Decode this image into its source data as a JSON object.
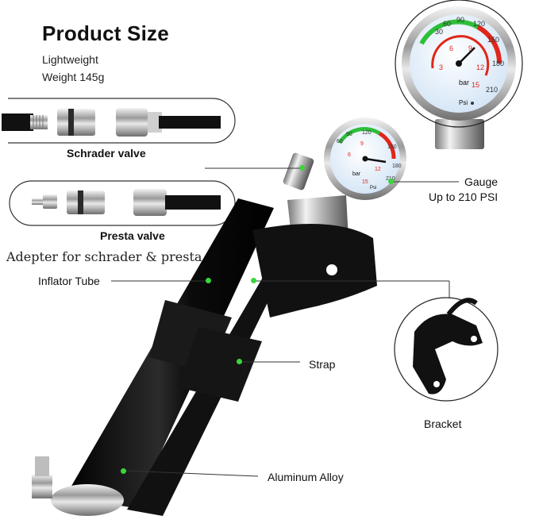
{
  "header": {
    "title": "Product Size",
    "line1": "Lightweight",
    "line2": "Weight 145g"
  },
  "valves": {
    "schrader_label": "Schrader valve",
    "presta_label": "Presta valve",
    "adapter_note": "Adepter for schrader & presta"
  },
  "callouts": {
    "gauge_line1": "Gauge",
    "gauge_line2": "Up to 210 PSI",
    "inflator_tube": "Inflator Tube",
    "strap": "Strap",
    "bracket": "Bracket",
    "aluminum_alloy": "Aluminum Alloy"
  },
  "gauge_large": {
    "psi_ticks": [
      "30",
      "60",
      "90",
      "120",
      "150",
      "180",
      "210"
    ],
    "bar_ticks": [
      "3",
      "6",
      "9",
      "12",
      "15"
    ],
    "bar_unit": "bar",
    "psi_unit": "Psi"
  },
  "gauge_small": {
    "psi_ticks": [
      "60",
      "90",
      "120",
      "150",
      "180",
      "210"
    ],
    "bar_ticks": [
      "6",
      "9",
      "12",
      "15"
    ],
    "bar_unit": "bar",
    "psi_unit": "Psi"
  },
  "colors": {
    "marker": "#3ad63a",
    "pump_body": "#0d0d0d",
    "gauge_green": "#2fbf3a",
    "gauge_red": "#e0261b",
    "gauge_face": "#dbe9f7"
  }
}
